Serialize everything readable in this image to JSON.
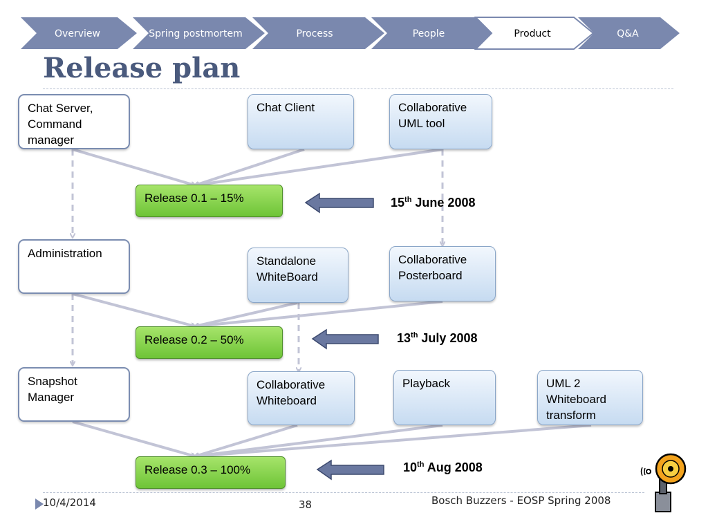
{
  "nav": {
    "tabs": [
      {
        "label": "Overview",
        "active": false
      },
      {
        "label": "Spring postmortem",
        "active": false
      },
      {
        "label": "Process",
        "active": false
      },
      {
        "label": "People",
        "active": false
      },
      {
        "label": "Product",
        "active": true
      },
      {
        "label": "Q&A",
        "active": false
      }
    ]
  },
  "title": "Release plan",
  "nodes": {
    "chat_server": "Chat Server,\nCommand\nmanager",
    "chat_client": "Chat Client",
    "uml_tool": "Collaborative\nUML tool",
    "release_01": "Release 0.1 – 15%",
    "administration": "Administration",
    "standalone_wb": "Standalone\nWhiteBoard",
    "posterboard": "Collaborative\nPosterboard",
    "release_02": "Release 0.2 – 50%",
    "snapshot": "Snapshot\nManager",
    "collab_wb": "Collaborative\nWhiteboard",
    "playback": "Playback",
    "uml2": "UML 2\nWhiteboard\ntransform",
    "release_03": "Release 0.3 – 100%"
  },
  "dates": [
    {
      "day": "15",
      "suffix": "th",
      "rest": " June 2008"
    },
    {
      "day": "13",
      "suffix": "th",
      "rest": " July 2008"
    },
    {
      "day": "10",
      "suffix": "th",
      "rest": " Aug 2008"
    }
  ],
  "footer": {
    "date": "10/4/2014",
    "page": "38",
    "org": "Bosch Buzzers - EOSP Spring 2008"
  },
  "colors": {
    "nav": "#7a88ae",
    "nav_active": "#ffffff",
    "release_green": "#7fd043",
    "block_arrow": "#6a78a0",
    "connector": "#c2c4d6"
  }
}
